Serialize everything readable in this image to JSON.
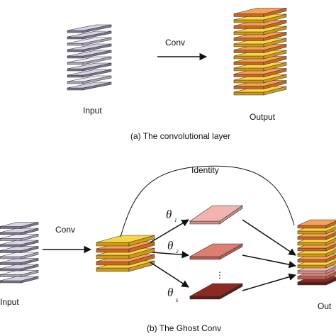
{
  "top": {
    "input_label": "Input",
    "conv_label": "Conv",
    "output_label": "Output",
    "caption": "(a) The convolutional layer"
  },
  "bottom": {
    "input_label": "Input",
    "conv_label": "Conv",
    "identity_label": "Identity",
    "theta_symbol": "θ",
    "theta_subscripts": [
      "1",
      "2",
      "k"
    ],
    "ellipsis": "⋮",
    "output_label": "Out",
    "caption": "(b) The Ghost Conv"
  },
  "colors": {
    "input_face": "#d8d4e2",
    "input_side": "#7c7490",
    "input_light_face": "#f0eef4",
    "orange_face": "#f4a25a",
    "orange_side": "#d06418",
    "yellow_face": "#f6d648",
    "yellow_side": "#cf9a10",
    "ghost_1": "#f1b4b0",
    "ghost_2": "#dd7e72",
    "ghost_k": "#8c2a22"
  }
}
